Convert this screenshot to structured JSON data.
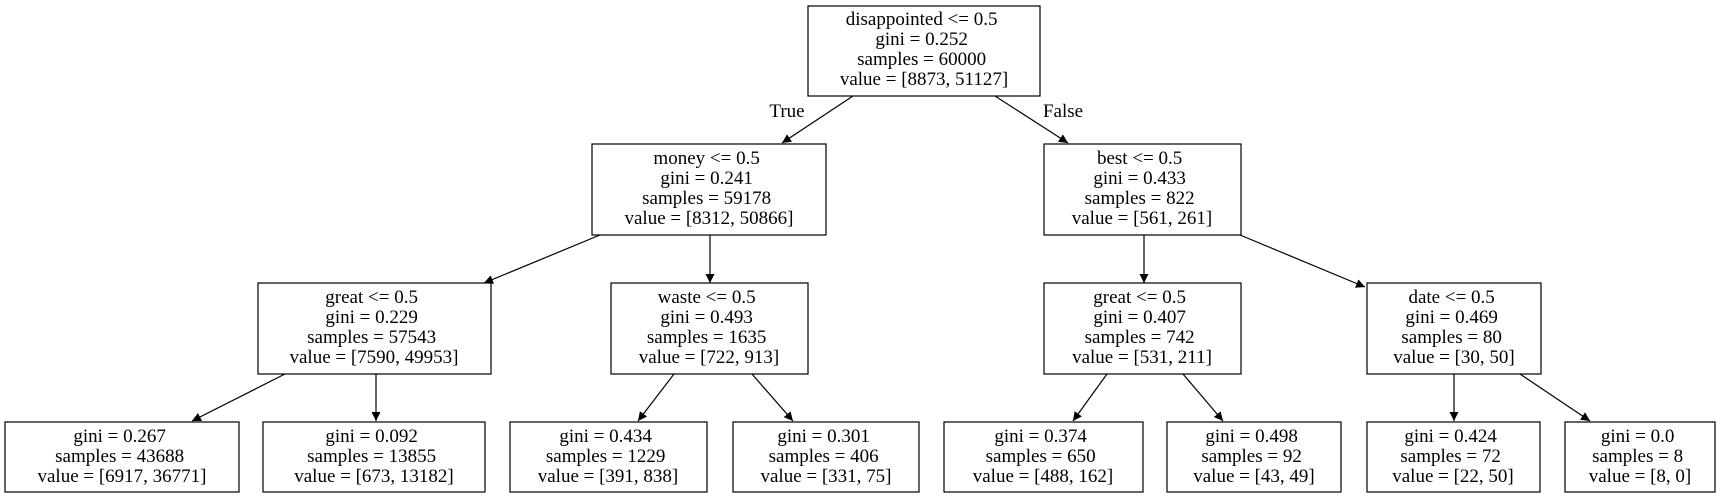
{
  "tree": {
    "root": {
      "lines": [
        "disappointed <= 0.5",
        "gini = 0.252",
        "samples = 60000",
        "value = [8873, 51127]"
      ],
      "true_label": "True",
      "false_label": "False"
    },
    "nodes": {
      "n1": {
        "lines": [
          "money <= 0.5",
          "gini = 0.241",
          "samples = 59178",
          "value = [8312, 50866]"
        ]
      },
      "n2": {
        "lines": [
          "best <= 0.5",
          "gini = 0.433",
          "samples = 822",
          "value = [561, 261]"
        ]
      },
      "n3": {
        "lines": [
          "great <= 0.5",
          "gini = 0.229",
          "samples = 57543",
          "value = [7590, 49953]"
        ]
      },
      "n4": {
        "lines": [
          "waste <= 0.5",
          "gini = 0.493",
          "samples = 1635",
          "value = [722, 913]"
        ]
      },
      "n5": {
        "lines": [
          "great <= 0.5",
          "gini = 0.407",
          "samples = 742",
          "value = [531, 211]"
        ]
      },
      "n6": {
        "lines": [
          "date <= 0.5",
          "gini = 0.469",
          "samples = 80",
          "value = [30, 50]"
        ]
      },
      "l1": {
        "lines": [
          "gini = 0.267",
          "samples = 43688",
          "value = [6917, 36771]"
        ]
      },
      "l2": {
        "lines": [
          "gini = 0.092",
          "samples = 13855",
          "value = [673, 13182]"
        ]
      },
      "l3": {
        "lines": [
          "gini = 0.434",
          "samples = 1229",
          "value = [391, 838]"
        ]
      },
      "l4": {
        "lines": [
          "gini = 0.301",
          "samples = 406",
          "value = [331, 75]"
        ]
      },
      "l5": {
        "lines": [
          "gini = 0.374",
          "samples = 650",
          "value = [488, 162]"
        ]
      },
      "l6": {
        "lines": [
          "gini = 0.498",
          "samples = 92",
          "value = [43, 49]"
        ]
      },
      "l7": {
        "lines": [
          "gini = 0.424",
          "samples = 72",
          "value = [22, 50]"
        ]
      },
      "l8": {
        "lines": [
          "gini = 0.0",
          "samples = 8",
          "value = [8, 0]"
        ]
      }
    }
  }
}
